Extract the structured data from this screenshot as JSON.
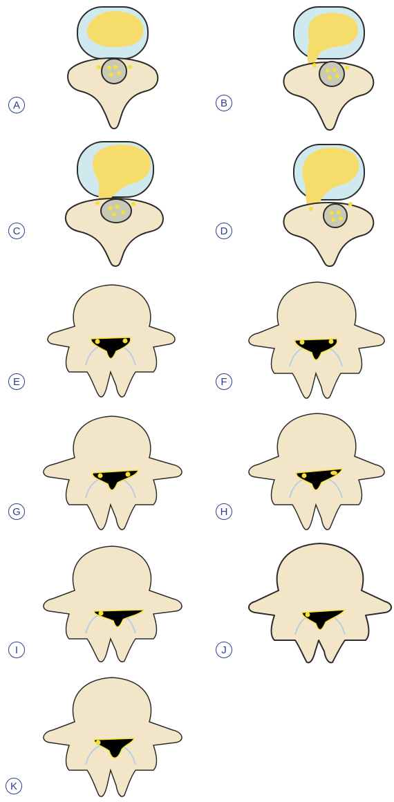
{
  "colors": {
    "disc_annulus": "#cfe9ee",
    "disc_nucleus": "#f6dd6b",
    "bone": "#f3e6c8",
    "canal": "#000000",
    "nerve": "#f4e03a",
    "label_ring": "#2a3c8f"
  },
  "panels": [
    {
      "label": "A",
      "type": "disc",
      "herniation": "none"
    },
    {
      "label": "B",
      "type": "disc",
      "herniation": "left-posterior"
    },
    {
      "label": "C",
      "type": "disc",
      "herniation": "central-left"
    },
    {
      "label": "D",
      "type": "disc",
      "herniation": "large-left"
    },
    {
      "label": "E",
      "type": "vertebra",
      "canal_variant": "open"
    },
    {
      "label": "F",
      "type": "vertebra",
      "canal_variant": "open"
    },
    {
      "label": "G",
      "type": "vertebra",
      "canal_variant": "narrowed-right"
    },
    {
      "label": "H",
      "type": "vertebra",
      "canal_variant": "narrowed-right"
    },
    {
      "label": "I",
      "type": "vertebra",
      "canal_variant": "flattened"
    },
    {
      "label": "J",
      "type": "vertebra",
      "canal_variant": "flattened-narrow"
    },
    {
      "label": "K",
      "type": "vertebra",
      "canal_variant": "trefoil"
    }
  ]
}
